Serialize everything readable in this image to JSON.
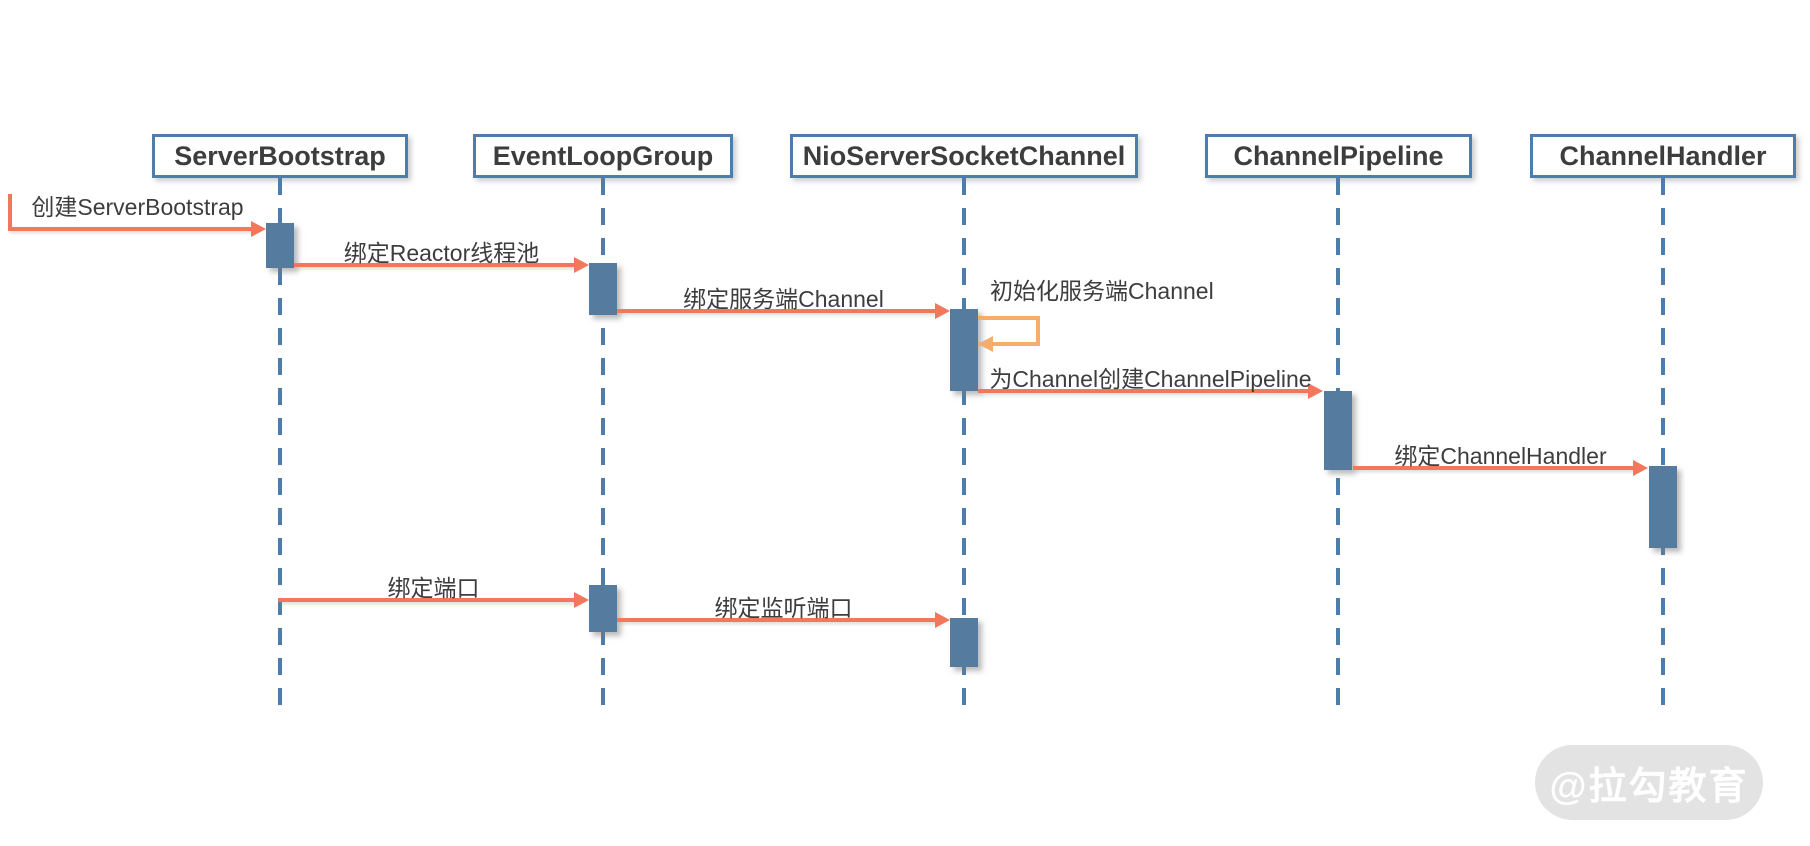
{
  "diagram": {
    "title": "Netty server bootstrap sequence diagram",
    "participants": [
      {
        "name": "ServerBootstrap"
      },
      {
        "name": "EventLoopGroup"
      },
      {
        "name": "NioServerSocketChannel"
      },
      {
        "name": "ChannelPipeline"
      },
      {
        "name": "ChannelHandler"
      }
    ],
    "messages": [
      {
        "label": "创建ServerBootstrap",
        "from": "external",
        "to": "ServerBootstrap",
        "type": "arrow"
      },
      {
        "label": "绑定Reactor线程池",
        "from": "ServerBootstrap",
        "to": "EventLoopGroup",
        "type": "arrow"
      },
      {
        "label": "绑定服务端Channel",
        "from": "EventLoopGroup",
        "to": "NioServerSocketChannel",
        "type": "arrow"
      },
      {
        "label": "初始化服务端Channel",
        "from": "NioServerSocketChannel",
        "to": "NioServerSocketChannel",
        "type": "self"
      },
      {
        "label": "为Channel创建ChannelPipeline",
        "from": "NioServerSocketChannel",
        "to": "ChannelPipeline",
        "type": "arrow"
      },
      {
        "label": "绑定ChannelHandler",
        "from": "ChannelPipeline",
        "to": "ChannelHandler",
        "type": "arrow"
      },
      {
        "label": "绑定端口",
        "from": "ServerBootstrap",
        "to": "EventLoopGroup",
        "type": "arrow"
      },
      {
        "label": "绑定监听端口",
        "from": "EventLoopGroup",
        "to": "NioServerSocketChannel",
        "type": "arrow"
      }
    ],
    "watermark": "@拉勾教育",
    "colors": {
      "lifeline_blue": "#4e7dab",
      "activation_fill": "#557b9e",
      "arrow_salmon": "#f3775a",
      "self_arrow_orange": "#f5ad6d",
      "text_dark": "#3d3d3d",
      "watermark_bg": "#e3e3e3",
      "watermark_text": "#ffffff"
    }
  }
}
